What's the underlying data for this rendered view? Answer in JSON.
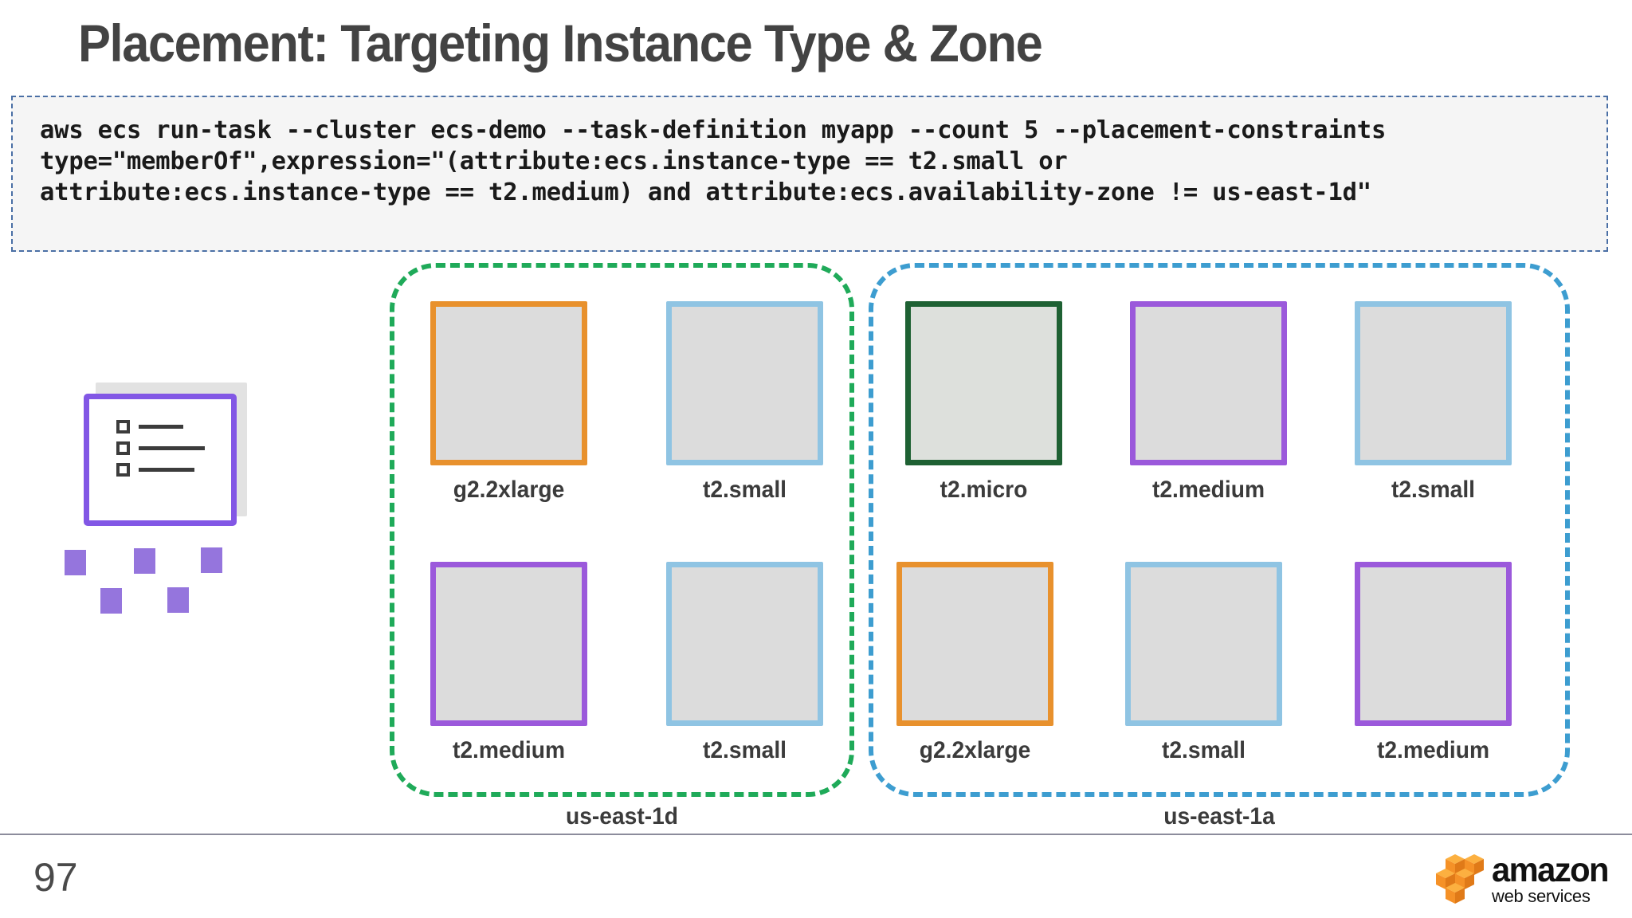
{
  "slide": {
    "title": "Placement: Targeting Instance Type & Zone",
    "page_number": "97"
  },
  "command_box": {
    "lines": [
      "aws ecs run-task --cluster ecs-demo --task-definition myapp --count 5 --placement-constraints",
      "type=\"memberOf\",expression=\"(attribute:ecs.instance-type == t2.small or",
      "attribute:ecs.instance-type == t2.medium) and attribute:ecs.availability-zone != us-east-1d\""
    ],
    "border_color": "#4a6fa5",
    "background": "#f5f5f5"
  },
  "task_definition_icon": {
    "name": "task-definition-document",
    "outline_color": "#8257e5",
    "square_color": "#9575dd"
  },
  "zones": [
    {
      "id": "us-east-1d",
      "label": "us-east-1d",
      "outline_color": "#1faa59",
      "columns": 2,
      "instances": [
        {
          "type": "g2.2xlarge",
          "border_color": "#e8912d",
          "fill_color": "#dcdcdc"
        },
        {
          "type": "t2.small",
          "border_color": "#8fc4e3",
          "fill_color": "#dcdcdc"
        },
        {
          "type": "t2.medium",
          "border_color": "#9b59db",
          "fill_color": "#dcdcdc"
        },
        {
          "type": "t2.small",
          "border_color": "#8fc4e3",
          "fill_color": "#dcdcdc"
        }
      ]
    },
    {
      "id": "us-east-1a",
      "label": "us-east-1a",
      "outline_color": "#3d9dd0",
      "columns": 3,
      "instances": [
        {
          "type": "t2.micro",
          "border_color": "#1e6133",
          "fill_color": "#dde0dc"
        },
        {
          "type": "t2.medium",
          "border_color": "#9b59db",
          "fill_color": "#dcdcdc"
        },
        {
          "type": "t2.small",
          "border_color": "#8fc4e3",
          "fill_color": "#dcdcdc"
        },
        {
          "type": "g2.2xlarge",
          "border_color": "#e8912d",
          "fill_color": "#dcdcdc"
        },
        {
          "type": "t2.small",
          "border_color": "#8fc4e3",
          "fill_color": "#dcdcdc"
        },
        {
          "type": "t2.medium",
          "border_color": "#9b59db",
          "fill_color": "#dcdcdc"
        }
      ]
    }
  ],
  "footer": {
    "logo": {
      "amazon_text": "amazon",
      "web_services_text": "web services",
      "cube_color": "#f59127"
    }
  }
}
